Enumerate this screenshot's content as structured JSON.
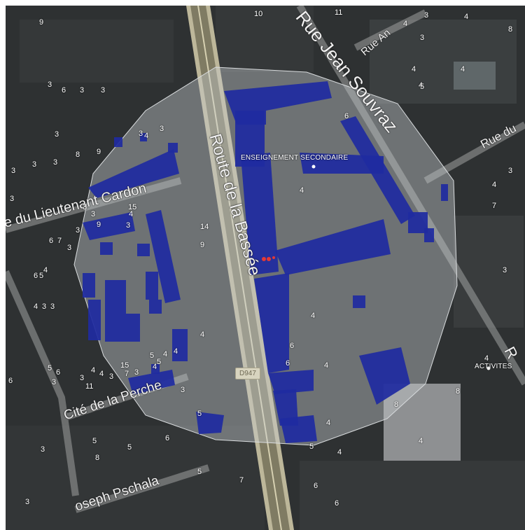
{
  "colors": {
    "coverage_fill": "#1f2ba0",
    "buffer_zone": "#c8ccd0",
    "road_major": "#cfc9a8",
    "background": "#2e3132",
    "marker_red": "#e53935"
  },
  "streets": [
    {
      "id": "rue-jean-souvraz",
      "label": "Rue Jean Souvraz"
    },
    {
      "id": "route-de-la-bassee",
      "label": "Route de la Bassée"
    },
    {
      "id": "rue-du-lieutenant-cardon",
      "label": "e du Lieutenant Cardon"
    },
    {
      "id": "cite-de-la-perche",
      "label": "Cité de la Perche"
    },
    {
      "id": "rue-joseph-pschala",
      "label": "oseph Pschala"
    },
    {
      "id": "rue-du-top-right",
      "label": "Rue du"
    },
    {
      "id": "rue-an-top",
      "label": "Rue An"
    },
    {
      "id": "r-right-edge",
      "label": "R"
    }
  ],
  "road_shield": "D947",
  "poi_labels": [
    {
      "id": "enseignement-secondaire",
      "label": "ENSEIGNEMENT SECONDAIRE"
    },
    {
      "id": "activites",
      "label": "ACTIVITES"
    }
  ],
  "house_numbers": [
    "9",
    "10",
    "11",
    "4",
    "3",
    "3",
    "4",
    "4",
    "4",
    "4",
    "5",
    "8",
    "3",
    "6",
    "3",
    "3",
    "3",
    "3",
    "3",
    "4",
    "3",
    "3",
    "3",
    "8",
    "9",
    "3",
    "3",
    "14",
    "9",
    "4",
    "3",
    "4",
    "6",
    "7",
    "3",
    "6",
    "7",
    "3",
    "15",
    "4",
    "3",
    "9",
    "3",
    "6",
    "5",
    "4",
    "4",
    "3",
    "3",
    "3",
    "4",
    "4",
    "6",
    "4",
    "4",
    "5",
    "5",
    "4",
    "15",
    "7",
    "3",
    "4",
    "4",
    "3",
    "3",
    "11",
    "5",
    "6",
    "3",
    "3",
    "6",
    "4",
    "8",
    "4",
    "8",
    "4",
    "6",
    "5",
    "5",
    "5",
    "6",
    "8",
    "3",
    "5",
    "4",
    "4",
    "3",
    "5",
    "7",
    "6",
    "6"
  ]
}
